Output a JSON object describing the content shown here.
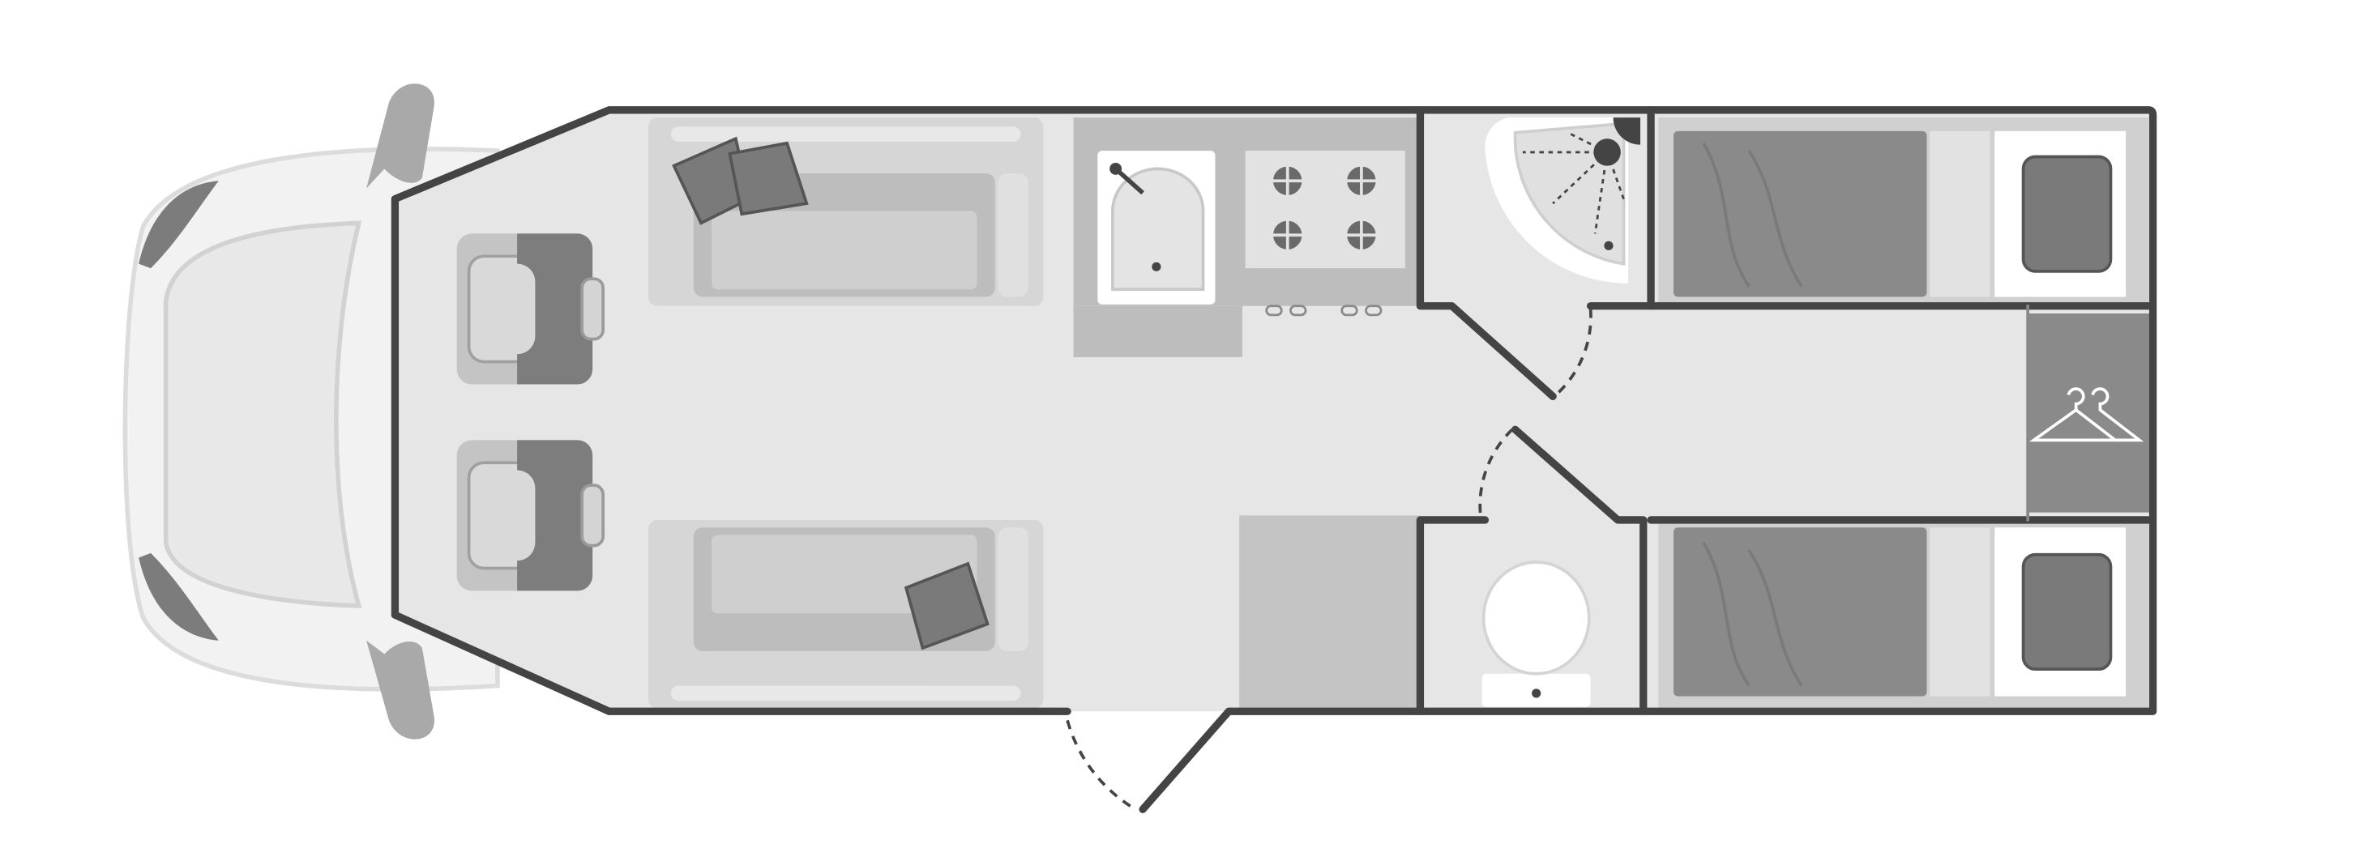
{
  "diagram": {
    "type": "motorhome-floor-plan",
    "colors": {
      "background": "#ffffff",
      "floor": "#e6e6e6",
      "wall": "#444444",
      "cab_body": "#efefef",
      "furniture_light": "#d4d4d4",
      "furniture_mid": "#bdbdbd",
      "furniture_dark": "#8a8a8a",
      "cushion": "#7a7a7a",
      "white": "#ffffff"
    },
    "zones": [
      "cab",
      "cab-seats",
      "front-lounge-sofas",
      "kitchen",
      "shower-room",
      "toilet-room",
      "fridge",
      "twin-single-beds",
      "wardrobe",
      "entrance-door"
    ],
    "icons": [
      "clothes-hanger-icon",
      "pillow-icon",
      "cushion-icon",
      "sink-icon",
      "hob-burner-icon",
      "shower-head-icon",
      "toilet-icon",
      "mirror-icon",
      "seat-icon"
    ]
  }
}
